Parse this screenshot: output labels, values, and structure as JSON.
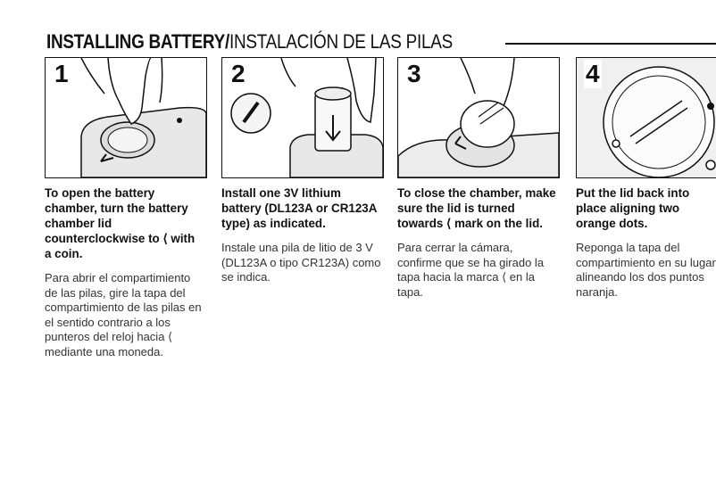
{
  "title": {
    "bold_part": "INSTALLING BATTERY/",
    "regular_part": "INSTALACIÓN DE LAS PILAS"
  },
  "steps": [
    {
      "number": "1",
      "english": "To open the battery chamber, turn the battery chamber lid counterclockwise to ⟨ with a coin.",
      "spanish": "Para abrir el compartimiento de las pilas, gire la tapa del compartimiento de las pilas en el sentido contrario a los punteros del reloj hacia ⟨ mediante una moneda."
    },
    {
      "number": "2",
      "english": "Install one 3V lithium battery (DL123A or CR123A type) as indicated.",
      "spanish": "Instale una pila de litio de 3 V (DL123A o tipo CR123A) como se indica."
    },
    {
      "number": "3",
      "english": "To close the chamber, make sure the lid is turned towards ⟨ mark on the lid.",
      "spanish": "Para cerrar la cámara, confirme que se ha girado la tapa hacia la marca ⟨ en la tapa."
    },
    {
      "number": "4",
      "english": "Put the lid back into place aligning two orange dots.",
      "spanish": "Reponga la tapa del compartimiento en su lugar alineando los dos puntos naranja."
    }
  ]
}
